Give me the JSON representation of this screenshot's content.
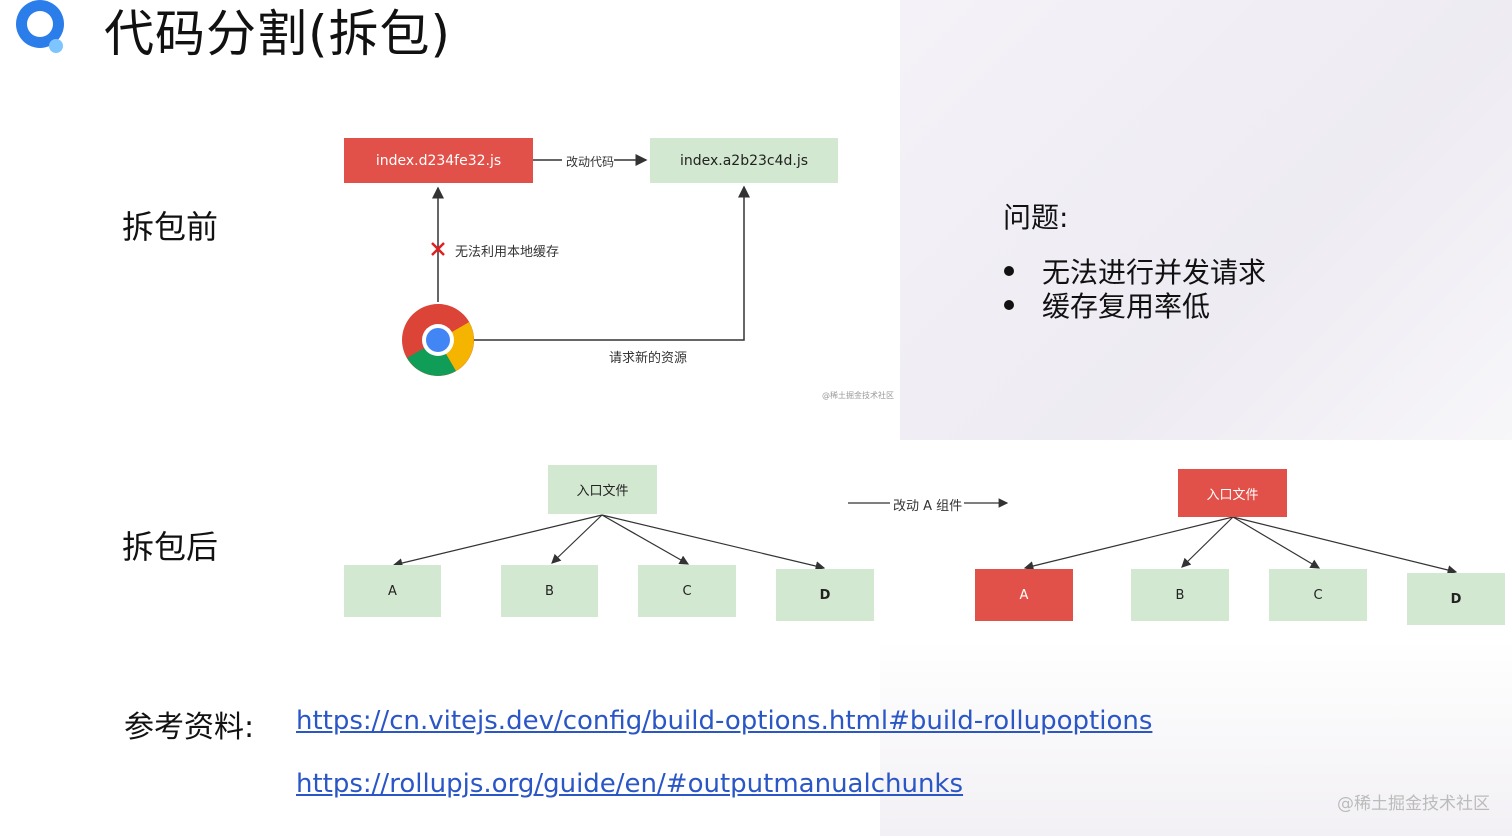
{
  "title": "代码分割(拆包)",
  "before_label": "拆包前",
  "after_label": "拆包后",
  "before": {
    "old_file": "index.d234fe32.js",
    "new_file": "index.a2b23c4d.js",
    "change_code": "改动代码",
    "no_cache": "无法利用本地缓存",
    "request_new": "请求新的资源",
    "credit": "@稀土掘金技术社区"
  },
  "problems": {
    "heading": "问题:",
    "items": [
      "无法进行并发请求",
      "缓存复用率低"
    ]
  },
  "after": {
    "entry": "入口文件",
    "modules": [
      "A",
      "B",
      "C",
      "D"
    ],
    "change_a": "改动 A 组件"
  },
  "references": {
    "label": "参考资料:",
    "links": [
      "https://cn.vitejs.dev/config/build-options.html#build-rollupoptions",
      "https://rollupjs.org/guide/en/#outputmanualchunks"
    ]
  },
  "footer": "@稀土掘金技术社区",
  "colors": {
    "red": "#e1514a",
    "green": "#d3e8d0",
    "link": "#2a56c6"
  }
}
